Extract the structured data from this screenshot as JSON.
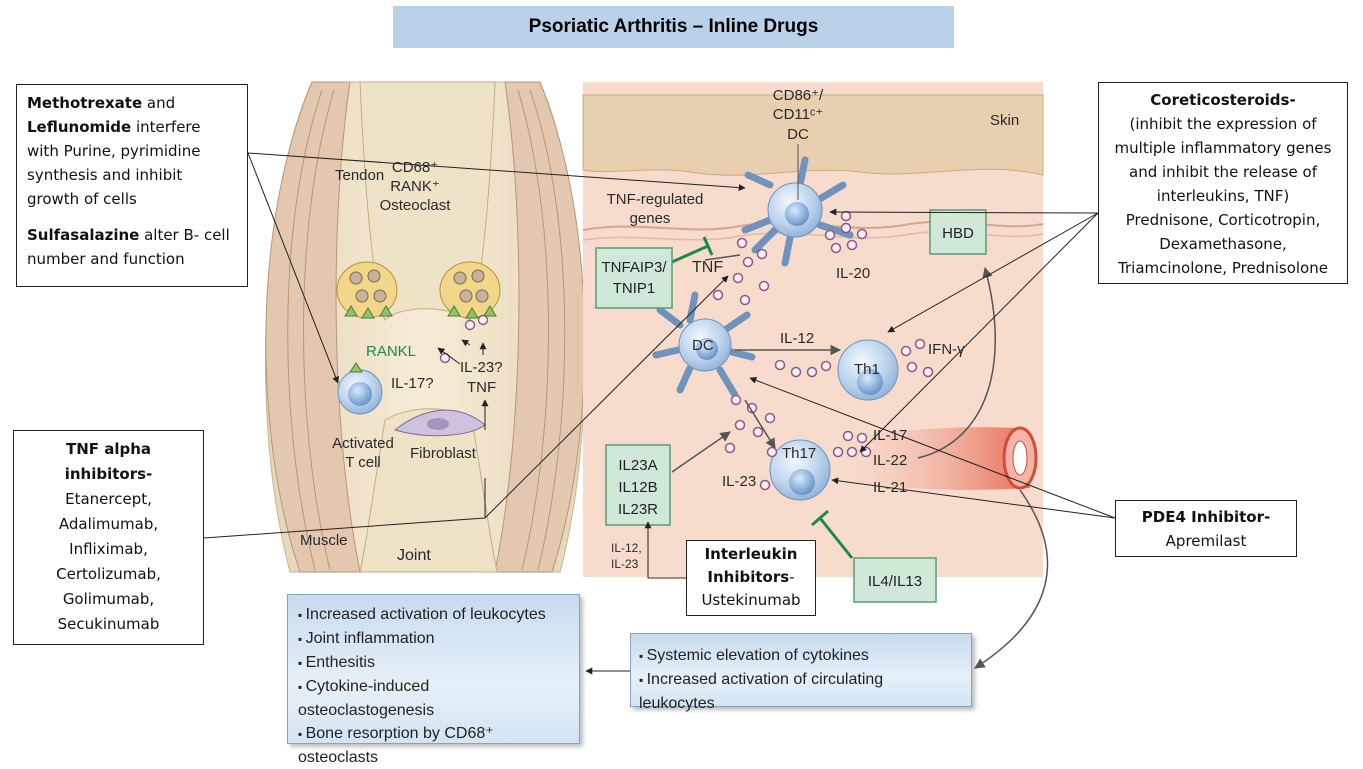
{
  "title": "Psoriatic Arthritis – Inline Drugs",
  "callouts": {
    "methotrexate": {
      "line1_bold": "Methotrexate",
      "line1_rest": " and",
      "line2_bold": "Leflunomide",
      "line2_rest": " interfere",
      "line3": "with Purine, pyrimidine",
      "line4": "synthesis and inhibit",
      "line5": "growth of cells",
      "line6_bold": "Sulfasalazine",
      "line6_rest": " alter B- cell",
      "line7": "number and function"
    },
    "corticosteroids": {
      "heading1": "Coreticosteroids-",
      "heading2": "(inhibit the expression of",
      "line3": "multiple inflammatory genes",
      "line4": "and inhibit the release of",
      "line5": "interleukins, TNF)",
      "line6": "Prednisone, Corticotropin,",
      "line7": "Dexamethasone,",
      "line8": "Triamcinolone, Prednisolone"
    },
    "tnf": {
      "heading1": "TNF alpha",
      "heading2": "inhibitors-",
      "drugs": [
        "Etanercept,",
        "Adalimumab,",
        "Infliximab,",
        "Certolizumab,",
        "Golimumab,",
        "Secukinumab"
      ]
    },
    "pde4": {
      "heading": "PDE4 Inhibitor-",
      "drug": "Apremilast"
    },
    "interleukin": {
      "heading1": "Interleukin",
      "heading2": "Inhibitors",
      "heading_suffix": "-",
      "drug": "Ustekinumab"
    }
  },
  "joint": {
    "tendon": "Tendon",
    "osteoclast_line1": "CD68⁺",
    "osteoclast_line2": "RANK⁺",
    "osteoclast_line3": "Osteoclast",
    "rankl": "RANKL",
    "il17": "IL-17?",
    "il23": "IL-23?",
    "tnf": "TNF",
    "activated_line1": "Activated",
    "activated_line2": "T cell",
    "fibroblast": "Fibroblast",
    "muscle": "Muscle",
    "joint": "Joint"
  },
  "skin": {
    "cd86_line1": "CD86⁺/",
    "cd86_line2": "CD11ᶜ⁺",
    "cd86_line3": "DC",
    "skin": "Skin",
    "tnf_regulated_line1": "TNF-regulated",
    "tnf_regulated_line2": "genes",
    "tnfaip3_line1": "TNFAIP3/",
    "tnfaip3_line2": "TNIP1",
    "tnf": "TNF",
    "il20": "IL-20",
    "hbd": "HBD",
    "dc": "DC",
    "il12": "IL-12",
    "th1": "Th1",
    "ifn": "IFN-γ",
    "il23a_line1": "IL23A",
    "il23a_line2": "IL12B",
    "il23a_line3": "IL23R",
    "il23": "IL-23",
    "th17": "Th17",
    "il17": "IL-17",
    "il22": "IL-22",
    "il21": "IL-21",
    "il4il13": "IL4/IL13",
    "il12_il23_line1": "IL-12,",
    "il12_il23_line2": "IL-23"
  },
  "effects_left": [
    "Increased activation of leukocytes",
    "Joint inflammation",
    "Enthesitis",
    "Cytokine-induced osteoclastogenesis",
    "Bone resorption by CD68⁺ osteoclasts"
  ],
  "effects_right": [
    "Systemic elevation of cytokines",
    "Increased activation of circulating leukocytes"
  ],
  "colors": {
    "title_bg": "#b9d2ea",
    "skin_band": "#e8cfb0",
    "dermis": "#f7dccd",
    "cell_blue": "#bcd3ec",
    "osteoclast": "#f2d78a",
    "rankl_green": "#1d8a4a",
    "gene_box": "#cfe8d8",
    "effect_box": "#d4e4f2"
  }
}
